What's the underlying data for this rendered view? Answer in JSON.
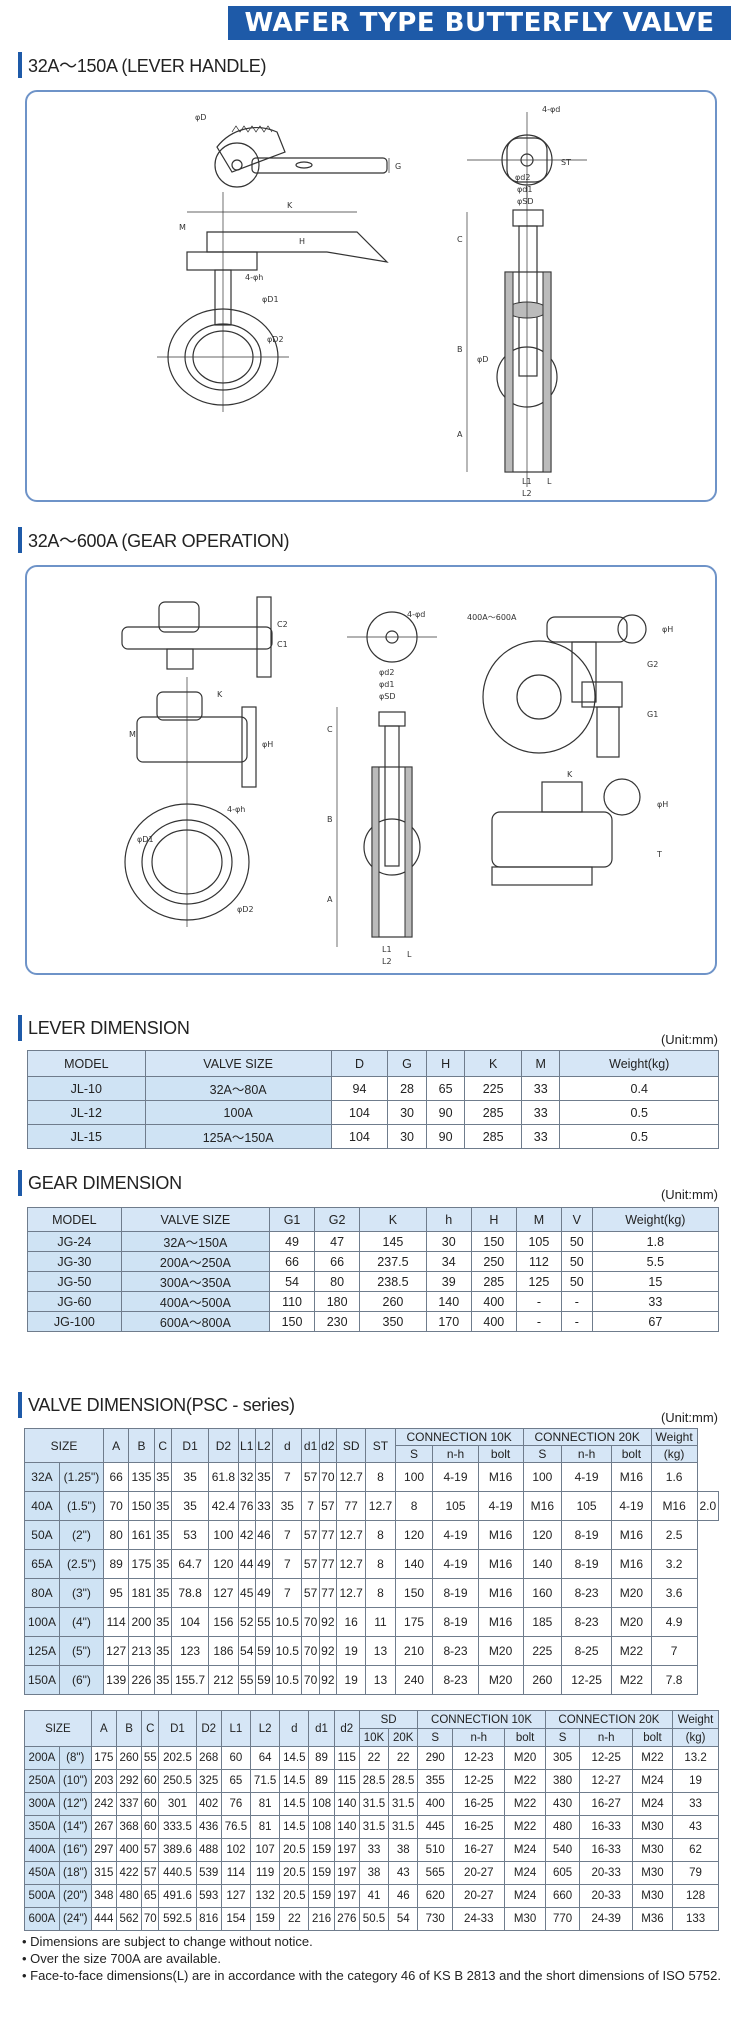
{
  "title": "WAFER TYPE BUTTERFLY VALVE",
  "sections": {
    "lever_handle": "32A～150A (LEVER HANDLE)",
    "gear_operation": "32A～600A (GEAR OPERATION)",
    "lever_dimension": "LEVER DIMENSION",
    "gear_dimension": "GEAR DIMENSION",
    "valve_dimension": "VALVE DIMENSION(PSC - series)"
  },
  "unit_label": "(Unit:mm)",
  "drawing_labels": {
    "lever": [
      "φD",
      "G",
      "4-φd",
      "ST",
      "φd2",
      "φd1",
      "φSD",
      "K",
      "M",
      "H",
      "C",
      "B",
      "A",
      "4-φh",
      "φD1",
      "φD2",
      "L1",
      "L2",
      "L"
    ],
    "gear": [
      "C2",
      "C1",
      "4-φd",
      "400A～600A",
      "φH",
      "G2",
      "G1",
      "K",
      "M",
      "C",
      "B",
      "A",
      "4-φh",
      "φD1",
      "φD2",
      "φd2",
      "φd1",
      "φSD",
      "L",
      "L1",
      "L2",
      "T"
    ]
  },
  "lever_table": {
    "headers": [
      "MODEL",
      "VALVE SIZE",
      "D",
      "G",
      "H",
      "K",
      "M",
      "Weight(kg)"
    ],
    "rows": [
      [
        "JL-10",
        "32A～80A",
        "94",
        "28",
        "65",
        "225",
        "33",
        "0.4"
      ],
      [
        "JL-12",
        "100A",
        "104",
        "30",
        "90",
        "285",
        "33",
        "0.5"
      ],
      [
        "JL-15",
        "125A～150A",
        "104",
        "30",
        "90",
        "285",
        "33",
        "0.5"
      ]
    ]
  },
  "gear_table": {
    "headers": [
      "MODEL",
      "VALVE SIZE",
      "G1",
      "G2",
      "K",
      "h",
      "H",
      "M",
      "V",
      "Weight(kg)"
    ],
    "rows": [
      [
        "JG-24",
        "32A～150A",
        "49",
        "47",
        "145",
        "30",
        "150",
        "105",
        "50",
        "1.8"
      ],
      [
        "JG-30",
        "200A～250A",
        "66",
        "66",
        "237.5",
        "34",
        "250",
        "112",
        "50",
        "5.5"
      ],
      [
        "JG-50",
        "300A～350A",
        "54",
        "80",
        "238.5",
        "39",
        "285",
        "125",
        "50",
        "15"
      ],
      [
        "JG-60",
        "400A～500A",
        "110",
        "180",
        "260",
        "140",
        "400",
        "-",
        "-",
        "33"
      ],
      [
        "JG-100",
        "600A～800A",
        "150",
        "230",
        "350",
        "170",
        "400",
        "-",
        "-",
        "67"
      ]
    ]
  },
  "valve_table_1": {
    "headers": [
      "SIZE",
      "A",
      "B",
      "C",
      "D1",
      "D2",
      "L1",
      "L2",
      "d",
      "d1",
      "d2",
      "SD",
      "ST",
      "CONNECTION 10K",
      "CONNECTION 20K",
      "Weight"
    ],
    "sub_headers": [
      "S",
      "n-h",
      "bolt",
      "S",
      "n-h",
      "bolt",
      "(kg)"
    ],
    "rows": [
      [
        "32A",
        "(1.25\")",
        "66",
        "135",
        "35",
        "35",
        "61.8",
        "32",
        "35",
        "7",
        "57",
        "70",
        "12.7",
        "8",
        "100",
        "4-19",
        "M16",
        "100",
        "4-19",
        "M16",
        "1.6"
      ],
      [
        "40A",
        "(1.5\")",
        "70",
        "150",
        "35",
        "35",
        "42.4",
        "76",
        "33",
        "35",
        "7",
        "57",
        "77",
        "12.7",
        "8",
        "105",
        "4-19",
        "M16",
        "105",
        "4-19",
        "M16",
        "2.0"
      ],
      [
        "50A",
        "(2\")",
        "80",
        "161",
        "35",
        "53",
        "100",
        "42",
        "46",
        "7",
        "57",
        "77",
        "12.7",
        "8",
        "120",
        "4-19",
        "M16",
        "120",
        "8-19",
        "M16",
        "2.5"
      ],
      [
        "65A",
        "(2.5\")",
        "89",
        "175",
        "35",
        "64.7",
        "120",
        "44",
        "49",
        "7",
        "57",
        "77",
        "12.7",
        "8",
        "140",
        "4-19",
        "M16",
        "140",
        "8-19",
        "M16",
        "3.2"
      ],
      [
        "80A",
        "(3\")",
        "95",
        "181",
        "35",
        "78.8",
        "127",
        "45",
        "49",
        "7",
        "57",
        "77",
        "12.7",
        "8",
        "150",
        "8-19",
        "M16",
        "160",
        "8-23",
        "M20",
        "3.6"
      ],
      [
        "100A",
        "(4\")",
        "114",
        "200",
        "35",
        "104",
        "156",
        "52",
        "55",
        "10.5",
        "70",
        "92",
        "16",
        "11",
        "175",
        "8-19",
        "M16",
        "185",
        "8-23",
        "M20",
        "4.9"
      ],
      [
        "125A",
        "(5\")",
        "127",
        "213",
        "35",
        "123",
        "186",
        "54",
        "59",
        "10.5",
        "70",
        "92",
        "19",
        "13",
        "210",
        "8-23",
        "M20",
        "225",
        "8-25",
        "M22",
        "7"
      ],
      [
        "150A",
        "(6\")",
        "139",
        "226",
        "35",
        "155.7",
        "212",
        "55",
        "59",
        "10.5",
        "70",
        "92",
        "19",
        "13",
        "240",
        "8-23",
        "M20",
        "260",
        "12-25",
        "M22",
        "7.8"
      ]
    ]
  },
  "valve_table_2": {
    "headers": [
      "SIZE",
      "A",
      "B",
      "C",
      "D1",
      "D2",
      "L1",
      "L2",
      "d",
      "d1",
      "d2",
      "SD",
      "CONNECTION 10K",
      "CONNECTION 20K",
      "Weight"
    ],
    "sub_headers": [
      "10K",
      "20K",
      "S",
      "n-h",
      "bolt",
      "S",
      "n-h",
      "bolt",
      "(kg)"
    ],
    "rows": [
      [
        "200A",
        "(8\")",
        "175",
        "260",
        "55",
        "202.5",
        "268",
        "60",
        "64",
        "14.5",
        "89",
        "115",
        "22",
        "22",
        "290",
        "12-23",
        "M20",
        "305",
        "12-25",
        "M22",
        "13.2"
      ],
      [
        "250A",
        "(10\")",
        "203",
        "292",
        "60",
        "250.5",
        "325",
        "65",
        "71.5",
        "14.5",
        "89",
        "115",
        "28.5",
        "28.5",
        "355",
        "12-25",
        "M22",
        "380",
        "12-27",
        "M24",
        "19"
      ],
      [
        "300A",
        "(12\")",
        "242",
        "337",
        "60",
        "301",
        "402",
        "76",
        "81",
        "14.5",
        "108",
        "140",
        "31.5",
        "31.5",
        "400",
        "16-25",
        "M22",
        "430",
        "16-27",
        "M24",
        "33"
      ],
      [
        "350A",
        "(14\")",
        "267",
        "368",
        "60",
        "333.5",
        "436",
        "76.5",
        "81",
        "14.5",
        "108",
        "140",
        "31.5",
        "31.5",
        "445",
        "16-25",
        "M22",
        "480",
        "16-33",
        "M30",
        "43"
      ],
      [
        "400A",
        "(16\")",
        "297",
        "400",
        "57",
        "389.6",
        "488",
        "102",
        "107",
        "20.5",
        "159",
        "197",
        "33",
        "38",
        "510",
        "16-27",
        "M24",
        "540",
        "16-33",
        "M30",
        "62"
      ],
      [
        "450A",
        "(18\")",
        "315",
        "422",
        "57",
        "440.5",
        "539",
        "114",
        "119",
        "20.5",
        "159",
        "197",
        "38",
        "43",
        "565",
        "20-27",
        "M24",
        "605",
        "20-33",
        "M30",
        "79"
      ],
      [
        "500A",
        "(20\")",
        "348",
        "480",
        "65",
        "491.6",
        "593",
        "127",
        "132",
        "20.5",
        "159",
        "197",
        "41",
        "46",
        "620",
        "20-27",
        "M24",
        "660",
        "20-33",
        "M30",
        "128"
      ],
      [
        "600A",
        "(24\")",
        "444",
        "562",
        "70",
        "592.5",
        "816",
        "154",
        "159",
        "22",
        "216",
        "276",
        "50.5",
        "54",
        "730",
        "24-33",
        "M30",
        "770",
        "24-39",
        "M36",
        "133"
      ]
    ]
  },
  "notes": [
    "• Dimensions are subject to change without notice.",
    "• Over the size 700A are available.",
    "• Face-to-face dimensions(L) are in accordance with the category 46 of KS B 2813 and the short dimensions of ISO 5752."
  ],
  "colors": {
    "title_bg": "#1e5aa8",
    "header_bg": "#d6e6f6",
    "panel_border": "#6e93c8"
  }
}
